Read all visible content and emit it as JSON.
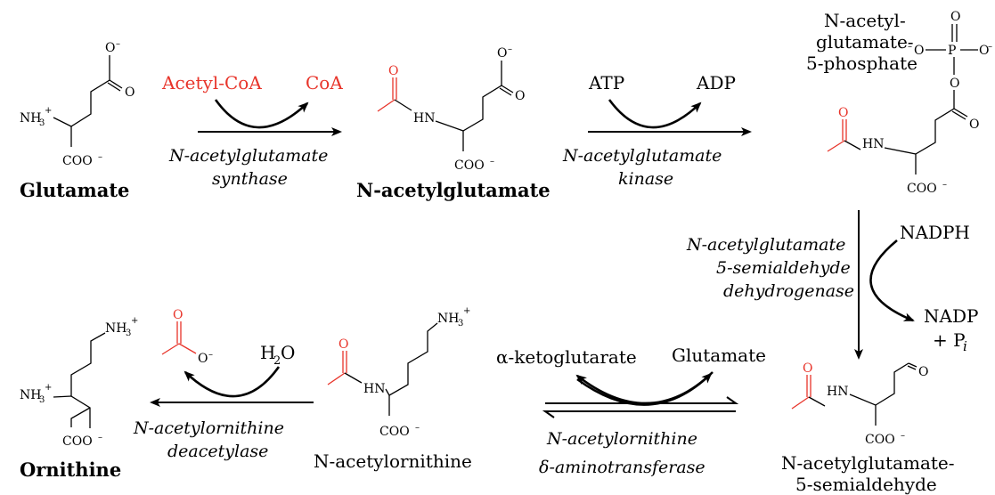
{
  "compounds": {
    "glutamate": "Glutamate",
    "n_acetylglutamate": "N-acetylglutamate",
    "nag_phosphate_line1": "N-acetyl-",
    "nag_phosphate_line2": "glutamate-",
    "nag_phosphate_line3": "5-phosphate",
    "nag_semialdehyde_line1": "N-acetylglutamate-",
    "nag_semialdehyde_line2": "5-semialdehyde",
    "n_acetylornithine": "N-acetylornithine",
    "ornithine": "Ornithine"
  },
  "cofactors": {
    "acetyl_coa": "Acetyl-CoA",
    "coa": "CoA",
    "atp": "ATP",
    "adp": "ADP",
    "nadph": "NADPH",
    "nadp": "NADP",
    "plus_p": "+ P",
    "p_sub": "i",
    "h2o": "H",
    "h2o_sub": "2",
    "h2o_tail": "O",
    "alpha_kg": "α-ketoglutarate",
    "glutamate": "Glutamate"
  },
  "enzymes": {
    "synthase_line1": "N-acetylglutamate",
    "synthase_line2": "synthase",
    "kinase_line1": "N-acetylglutamate",
    "kinase_line2": "kinase",
    "dehydrogenase_line1": "N-acetylglutamate",
    "dehydrogenase_line2": "5-semialdehyde",
    "dehydrogenase_line3": "dehydrogenase",
    "aminotransferase_line1": "N-acetylornithine",
    "aminotransferase_line2": "δ-aminotransferase",
    "deacetylase_line1": "N-acetylornithine",
    "deacetylase_line2": "deacetylase"
  },
  "atoms": {
    "o": "O",
    "o_minus": "O",
    "minus": "–",
    "hn": "HN",
    "nh3": "NH",
    "nh3_sub": "3",
    "plus": "+",
    "coo": "COO",
    "p": "P"
  },
  "colors": {
    "acetyl_group": "#e8342a",
    "text": "#000000"
  }
}
